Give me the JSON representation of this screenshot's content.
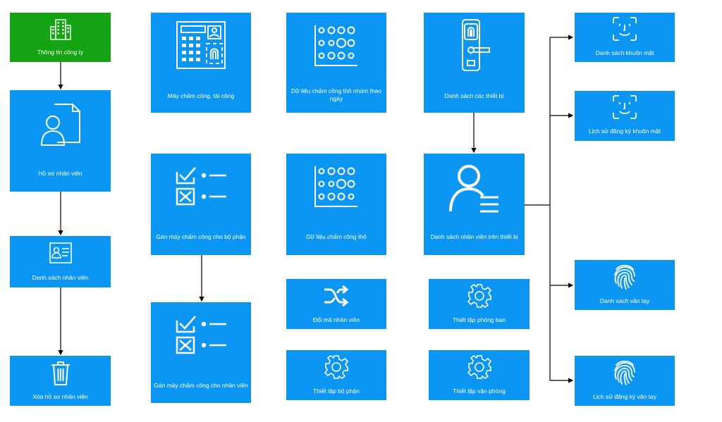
{
  "tiles": {
    "company_info": "Thông tin công ty",
    "employee_profile": "Hồ sơ nhân viên",
    "employee_list": "Danh sách nhân viên",
    "delete_profile": "Xóa hồ sơ nhân viên",
    "timeclock": "Máy chấm công, tải công",
    "raw_data_grouped": "Dữ liệu chấm công thô nhóm theo ngày",
    "device_list": "Danh sách các thiết bị",
    "face_list": "Danh sách khuôn mặt",
    "face_history": "Lịch sử đăng ký khuôn mặt",
    "assign_department": "Gán máy chấm công cho bộ phận",
    "raw_data": "Dữ liệu chấm công thô",
    "device_employees": "Danh sách nhân viên trên thiết bị",
    "change_code": "Đổi mã nhân viên",
    "setup_department": "Thiết lập phòng ban",
    "fingerprint_list": "Danh sách vân tay",
    "assign_employee": "Gán máy chấm công cho nhân viên",
    "setup_division": "Thiết lập bộ phận",
    "setup_office": "Thiết lập văn phòng",
    "fingerprint_history": "Lịch sử đăng ký vân tay"
  },
  "colors": {
    "tile": "#0a96f2",
    "company_tile": "#14a312",
    "connector": "#000000"
  },
  "icons": {
    "company_info": "building-icon",
    "employee_profile": "person-document-icon",
    "employee_list": "id-card-icon",
    "delete_profile": "trash-icon",
    "timeclock": "timeclock-keypad-icon",
    "raw_data_grouped": "dot-grid-icon",
    "device_list": "fingerprint-door-lock-icon",
    "face_list": "face-scan-icon",
    "face_history": "face-scan-icon",
    "assign_department": "checklist-icon",
    "raw_data": "dot-grid-icon",
    "device_employees": "user-list-icon",
    "change_code": "shuffle-icon",
    "setup_department": "gear-icon",
    "fingerprint_list": "fingerprint-icon",
    "assign_employee": "checklist-icon",
    "setup_division": "gear-icon",
    "setup_office": "gear-icon",
    "fingerprint_history": "fingerprint-icon"
  }
}
